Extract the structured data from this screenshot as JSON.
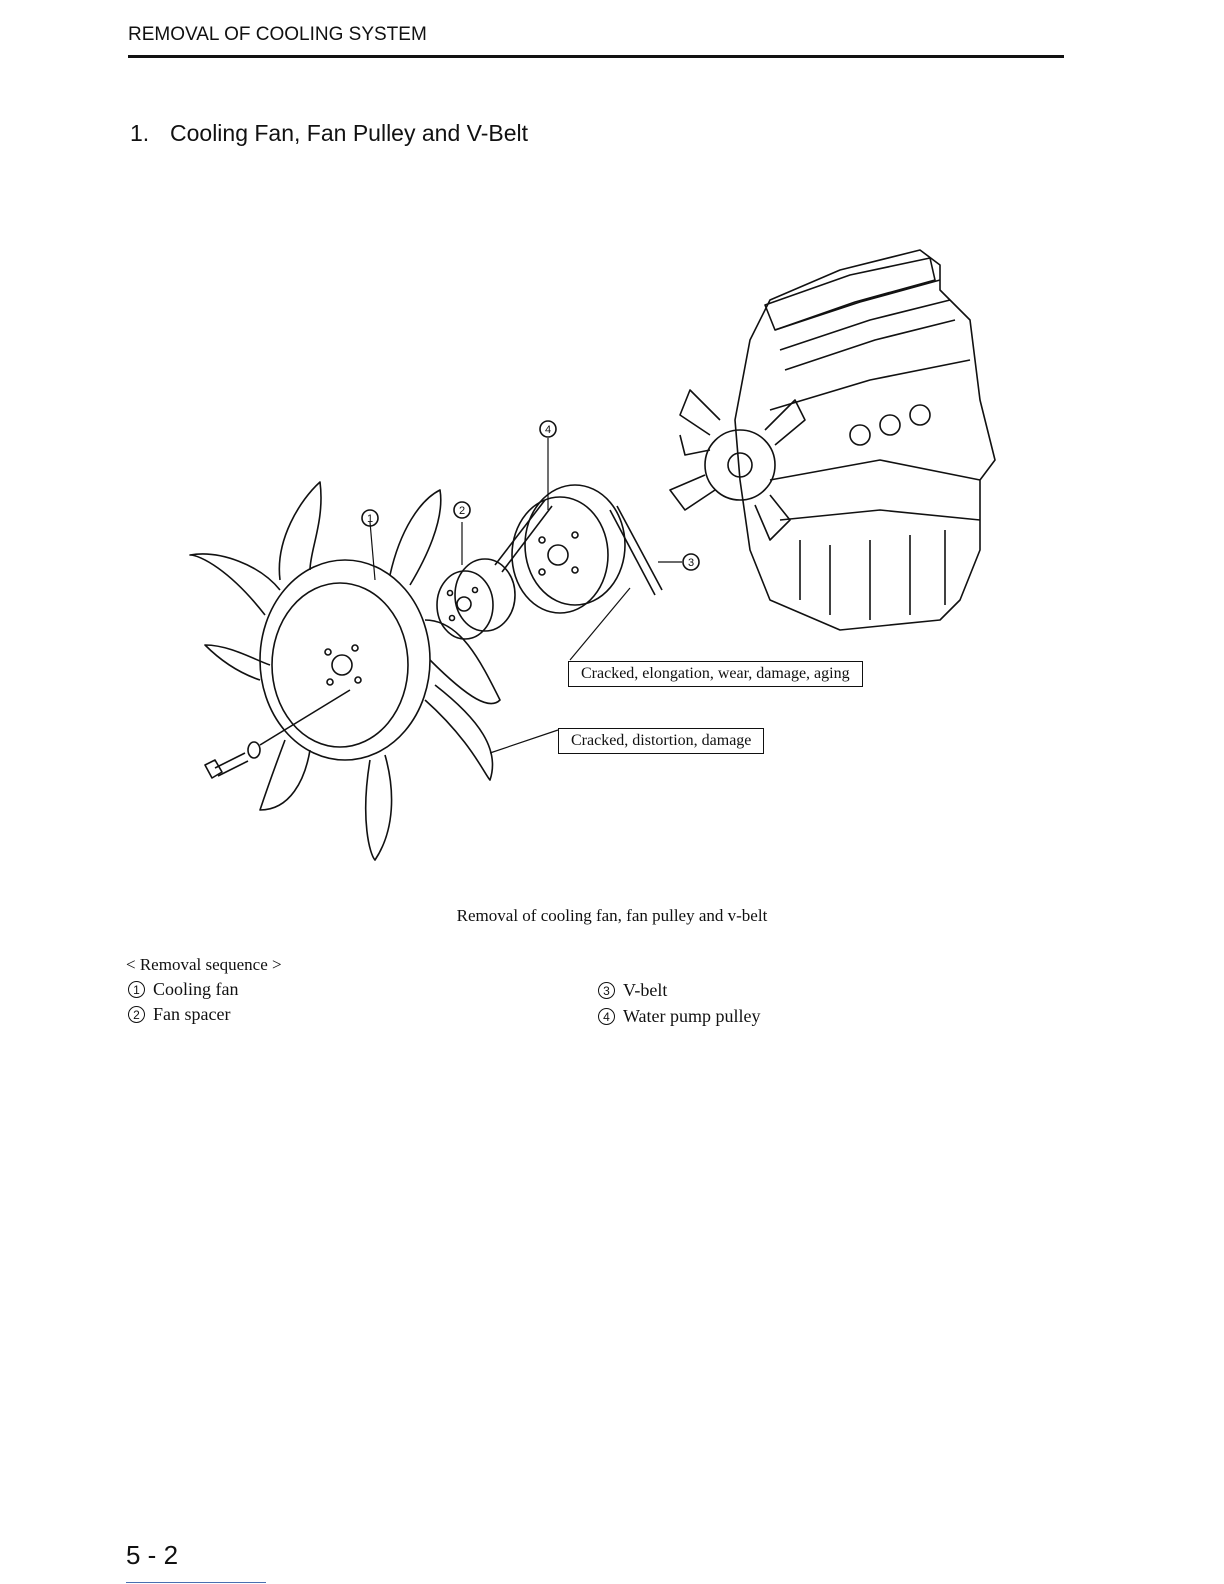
{
  "header": {
    "title": "REMOVAL OF COOLING SYSTEM"
  },
  "section": {
    "number": "1.",
    "title": "Cooling Fan, Fan Pulley and V-Belt"
  },
  "figure": {
    "callouts": {
      "belt": "Cracked, elongation, wear, damage, aging",
      "fan": "Cracked, distortion, damage"
    },
    "markers": [
      "1",
      "2",
      "3",
      "4"
    ],
    "caption": "Removal of cooling fan, fan pulley and v-belt"
  },
  "sequence": {
    "title": "< Removal sequence >",
    "items": [
      {
        "num": "1",
        "label": "Cooling fan"
      },
      {
        "num": "2",
        "label": "Fan spacer"
      },
      {
        "num": "3",
        "label": "V-belt"
      },
      {
        "num": "4",
        "label": "Water pump pulley"
      }
    ]
  },
  "footer": {
    "page_number": "5 - 2"
  }
}
